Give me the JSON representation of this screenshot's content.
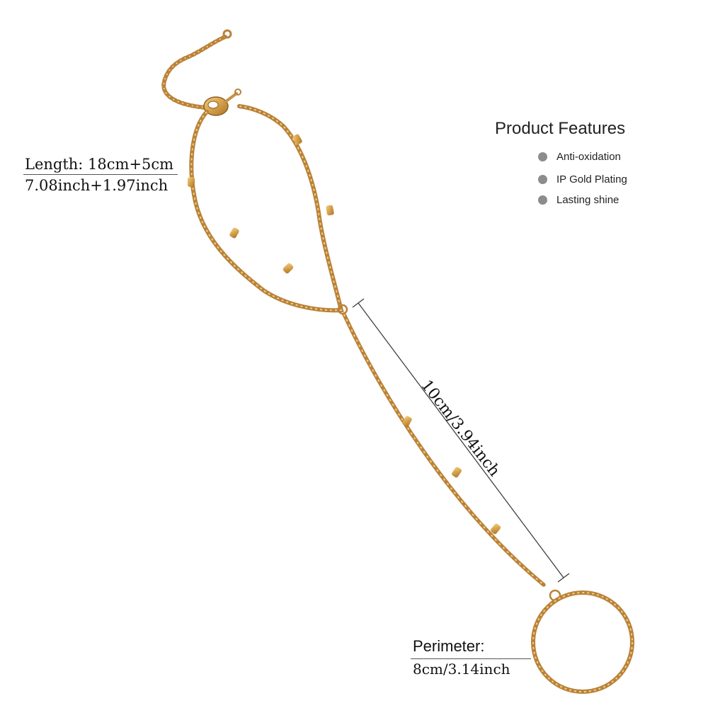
{
  "length": {
    "line1": "Length: 18cm+5cm",
    "line2": "7.08inch+1.97inch"
  },
  "features": {
    "title": "Product Features",
    "items": [
      "Anti-oxidation",
      "IP Gold Plating",
      "Lasting shine"
    ],
    "bullet_color": "#8c8c8c"
  },
  "middle_dimension": "10cm/3.94inch",
  "perimeter": {
    "title": "Perimeter:",
    "value": "8cm/3.14inch"
  },
  "colors": {
    "gold": "#d6a14a",
    "gold_dark": "#a8742a",
    "gold_light": "#f1cf84"
  }
}
